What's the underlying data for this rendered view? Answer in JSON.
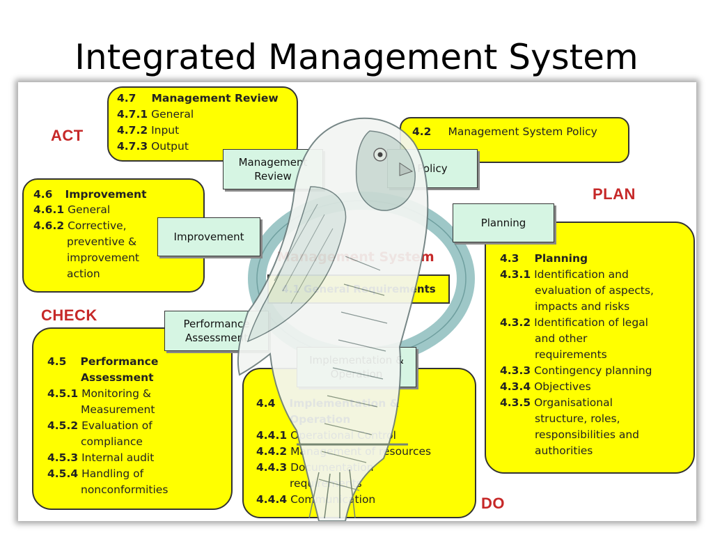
{
  "title": "Integrated Management System",
  "phases": {
    "act": "ACT",
    "plan": "PLAN",
    "check": "CHECK",
    "do": "DO"
  },
  "review_box": {
    "lines": [
      {
        "num": "4.7",
        "text": "Management Review"
      },
      {
        "num": "4.7.1",
        "text": "General"
      },
      {
        "num": "4.7.2",
        "text": "Input"
      },
      {
        "num": "4.7.3",
        "text": "Output"
      }
    ]
  },
  "policy_box": {
    "num": "4.2",
    "text": "Management System Policy"
  },
  "improvement_box": {
    "lines": [
      {
        "num": "4.6",
        "text": "Improvement"
      },
      {
        "num": "4.6.1",
        "text": "General"
      },
      {
        "num": "4.6.2",
        "text": "Corrective,"
      },
      {
        "num": "",
        "text": "preventive &"
      },
      {
        "num": "",
        "text": "improvement"
      },
      {
        "num": "",
        "text": "action"
      }
    ]
  },
  "planning_box": {
    "lines": [
      {
        "num": "4.3",
        "text": "Planning"
      },
      {
        "num": "4.3.1",
        "text": "Identification and"
      },
      {
        "num": "",
        "text": "evaluation of aspects,"
      },
      {
        "num": "",
        "text": "impacts and risks"
      },
      {
        "num": "4.3.2",
        "text": "Identification of legal"
      },
      {
        "num": "",
        "text": "and other"
      },
      {
        "num": "",
        "text": "requirements"
      },
      {
        "num": "4.3.3",
        "text": "Contingency planning"
      },
      {
        "num": "4.3.4",
        "text": "Objectives"
      },
      {
        "num": "4.3.5",
        "text": "Organisational"
      },
      {
        "num": "",
        "text": "structure, roles,"
      },
      {
        "num": "",
        "text": "responsibilities and"
      },
      {
        "num": "",
        "text": "authorities"
      }
    ]
  },
  "assessment_box": {
    "lines": [
      {
        "num": "4.5",
        "text": "Performance"
      },
      {
        "num": "",
        "text": "Assessment"
      },
      {
        "num": "4.5.1",
        "text": "Monitoring &"
      },
      {
        "num": "",
        "text": "Measurement"
      },
      {
        "num": "4.5.2",
        "text": "Evaluation of"
      },
      {
        "num": "",
        "text": "compliance"
      },
      {
        "num": "4.5.3",
        "text": "Internal audit"
      },
      {
        "num": "4.5.4",
        "text": "Handling of"
      },
      {
        "num": "",
        "text": "nonconformities"
      }
    ]
  },
  "operation_box": {
    "lines": [
      {
        "num": "4.4",
        "text": "Implementation &"
      },
      {
        "num": "",
        "text": "Operation"
      },
      {
        "num": "4.4.1",
        "text": "Operational Control"
      },
      {
        "num": "4.4.2",
        "text": "Management of resources"
      },
      {
        "num": "4.4.3",
        "text": "Documentation"
      },
      {
        "num": "",
        "text": "requirements"
      },
      {
        "num": "4.4.4",
        "text": "Communication"
      }
    ]
  },
  "tabs": {
    "management_review": "Management Review",
    "policy": "Policy",
    "improvement": "Improvement",
    "planning": "Planning",
    "performance_assessment": "Performance Assessment",
    "implementation_operation": "Implementation & Operation"
  },
  "center": {
    "label": "Management System",
    "box": "4.1 General Requirements"
  },
  "colors": {
    "box_fill": "#ffff00",
    "tab_fill": "#d6f5e3",
    "phase_red": "#c62828",
    "ring": "#9ec7c7"
  }
}
